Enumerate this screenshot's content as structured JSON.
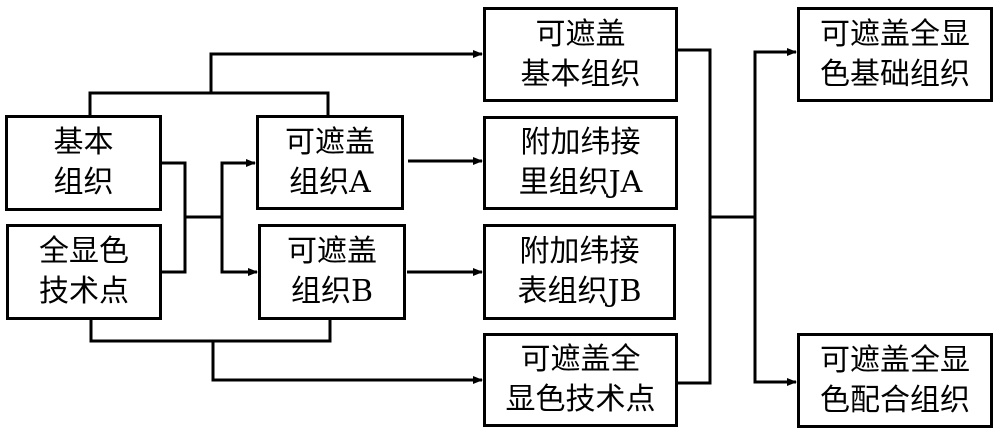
{
  "diagram": {
    "type": "flowchart",
    "colors": {
      "line": "#000000",
      "box_border": "#000000",
      "background": "#ffffff",
      "text": "#000000"
    },
    "nodes": [
      {
        "id": "basic",
        "lines": [
          "基本",
          "组织"
        ]
      },
      {
        "id": "fullcolor_point",
        "lines": [
          "全显色",
          "技术点"
        ]
      },
      {
        "id": "cover_a",
        "lines": [
          "可遮盖",
          "组织A"
        ]
      },
      {
        "id": "cover_b",
        "lines": [
          "可遮盖",
          "组织B"
        ]
      },
      {
        "id": "cover_basic",
        "lines": [
          "可遮盖",
          "基本组织"
        ]
      },
      {
        "id": "weft_ja",
        "lines": [
          "附加纬接",
          "里组织JA"
        ]
      },
      {
        "id": "weft_jb",
        "lines": [
          "附加纬接",
          "表组织JB"
        ]
      },
      {
        "id": "cover_fullcolor_point",
        "lines": [
          "可遮盖全",
          "显色技术点"
        ]
      },
      {
        "id": "cover_fullcolor_base",
        "lines": [
          "可遮盖全显",
          "色基础组织"
        ]
      },
      {
        "id": "cover_fullcolor_combo",
        "lines": [
          "可遮盖全显",
          "色配合组织"
        ]
      }
    ],
    "edges": [
      {
        "from": [
          "basic",
          "cover_a"
        ],
        "to": "cover_basic"
      },
      {
        "from": [
          "basic",
          "fullcolor_point"
        ],
        "to": "cover_a"
      },
      {
        "from": [
          "basic",
          "fullcolor_point"
        ],
        "to": "cover_b"
      },
      {
        "from": [
          "cover_a"
        ],
        "to": "weft_ja"
      },
      {
        "from": [
          "cover_b"
        ],
        "to": "weft_jb"
      },
      {
        "from": [
          "fullcolor_point",
          "cover_b"
        ],
        "to": "cover_fullcolor_point"
      },
      {
        "from": [
          "cover_basic",
          "weft_ja",
          "weft_jb",
          "cover_fullcolor_point"
        ],
        "to": "cover_fullcolor_base"
      },
      {
        "from": [
          "cover_basic",
          "weft_ja",
          "weft_jb",
          "cover_fullcolor_point"
        ],
        "to": "cover_fullcolor_combo"
      }
    ]
  }
}
